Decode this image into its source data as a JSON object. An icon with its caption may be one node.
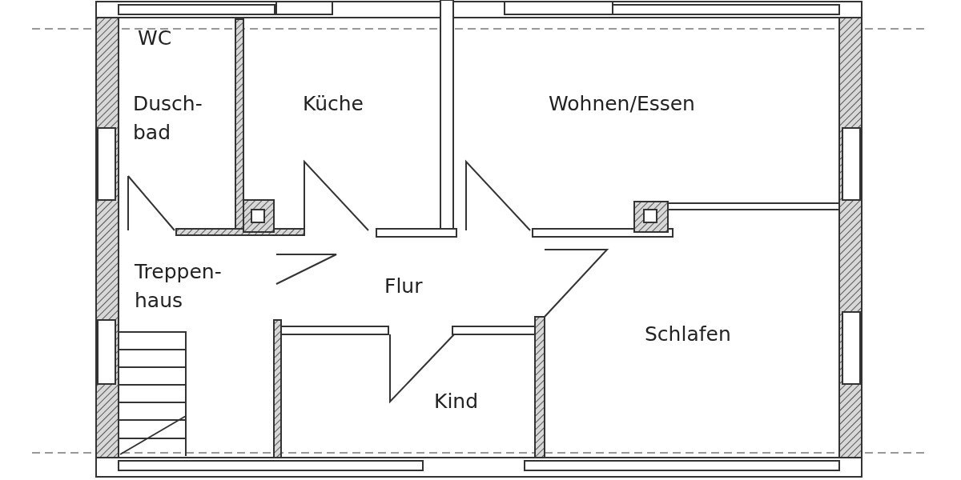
{
  "diagram": {
    "labels": [
      "WC",
      "Dusch- bad",
      "Küche",
      "Wohnen/Essen",
      "Treppen- haus",
      "Flur",
      "Schlafen",
      "Kind"
    ]
  }
}
